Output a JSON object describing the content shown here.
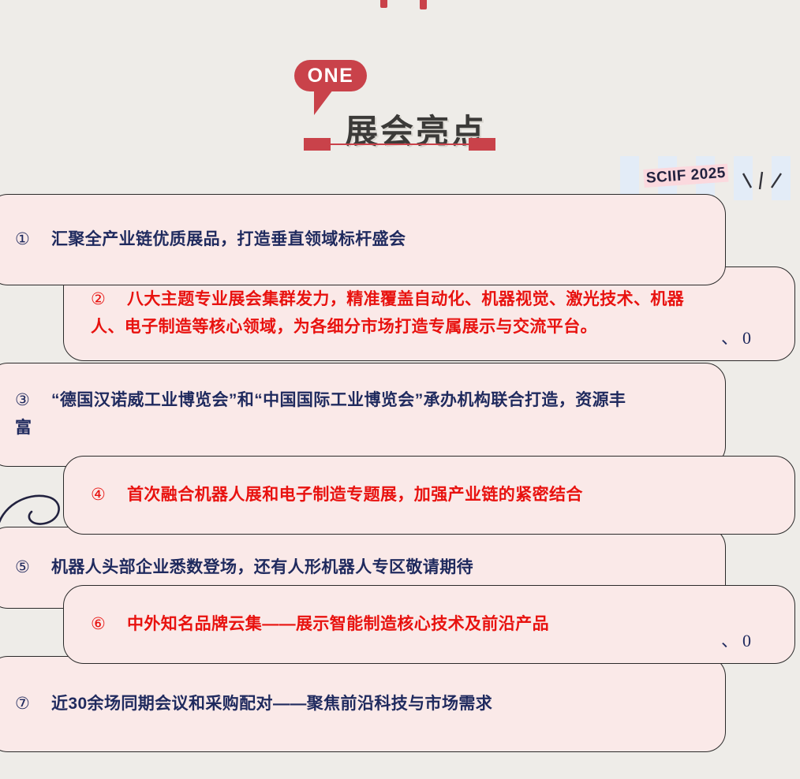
{
  "header": {
    "badge_label": "ONE",
    "title": "展会亮点"
  },
  "watermark": {
    "text": "SCIIF 2025"
  },
  "colors": {
    "page_background": "#eeece8",
    "card_background": "#fae9e8",
    "card_border": "#2a2a2a",
    "accent_red": "#c9424a",
    "text_red": "#e8120f",
    "text_navy": "#1f2a5e",
    "highlight_pink": "#fbd9de",
    "stripe_blue": "#e3ecf7",
    "title_gray": "#3b3a38"
  },
  "highlights": [
    {
      "number": "①",
      "style": "navy",
      "side": "odd",
      "lines": [
        "汇聚全产业链优质展品，打造垂直领域标杆盛会"
      ],
      "deco": ""
    },
    {
      "number": "②",
      "style": "red",
      "side": "even",
      "lines": [
        "八大主题专业展会集群发力，精准覆盖自动化、机器视觉、激光技术、机器",
        "人、电子制造等核心领域，为各细分市场打造专属展示与交流平台。"
      ],
      "deco": "、0"
    },
    {
      "number": "③",
      "style": "navy",
      "side": "odd",
      "lines": [
        "“德国汉诺威工业博览会”和“中国国际工业博览会”承办机构联合打造，资源丰",
        "富"
      ],
      "deco": ""
    },
    {
      "number": "④",
      "style": "red",
      "side": "even",
      "lines": [
        "首次融合机器人展和电子制造专题展，加强产业链的紧密结合"
      ],
      "deco": ""
    },
    {
      "number": "⑤",
      "style": "navy",
      "side": "odd",
      "lines": [
        "机器人头部企业悉数登场，还有人形机器人专区敬请期待"
      ],
      "deco": ""
    },
    {
      "number": "⑥",
      "style": "red",
      "side": "even",
      "lines": [
        "中外知名品牌云集——展示智能制造核心技术及前沿产品"
      ],
      "deco": "、0"
    },
    {
      "number": "⑦",
      "style": "navy",
      "side": "odd",
      "lines": [
        "近30余场同期会议和采购配对——聚焦前沿科技与市场需求"
      ],
      "deco": ""
    }
  ]
}
